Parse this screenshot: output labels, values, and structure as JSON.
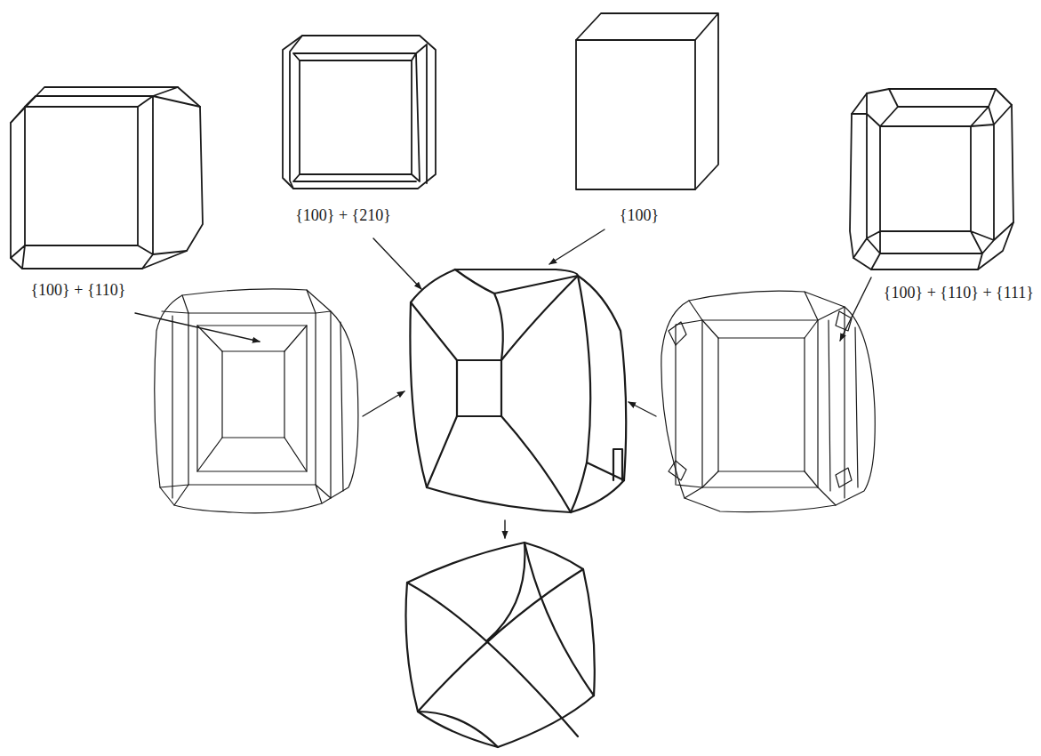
{
  "diagram": {
    "labels": [
      "{100} + {210}",
      "{100}",
      "{100} + {110}",
      "{100} + {110} + {111}"
    ]
  }
}
